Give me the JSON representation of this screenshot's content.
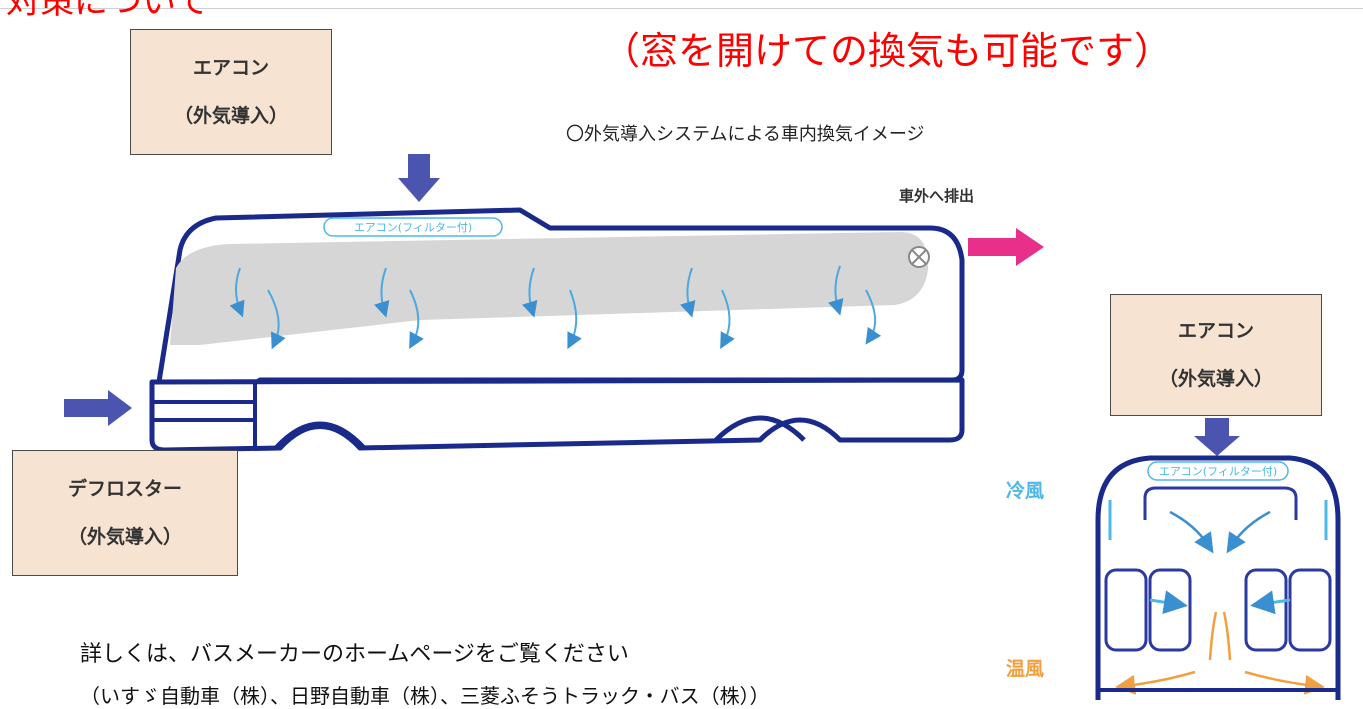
{
  "header": {
    "clipped_red_text": "対策について",
    "window_note": "（窓を開けての換気も可能です）"
  },
  "boxes": {
    "aircon_top": {
      "line1": "エアコン",
      "line2": "（外気導入）"
    },
    "defroster": {
      "line1": "デフロスター",
      "line2": "（外気導入）"
    },
    "aircon_right": {
      "line1": "エアコン",
      "line2": "（外気導入）"
    }
  },
  "diagram": {
    "caption": "〇外気導入システムによる車内換気イメージ",
    "exhaust_label": "車外へ排出",
    "filter_label_side": "エアコン(フィルター付)",
    "filter_label_front": "エアコン(フィルター付)",
    "cold_air_label": "冷風",
    "warm_air_label": "温風"
  },
  "footer": {
    "details_line": "詳しくは、バスメーカーのホームページをご覧ください",
    "makers_line": "（いすゞ自動車（株）、日野自動車（株）、三菱ふそうトラック・バス（株））"
  },
  "colors": {
    "accent_red": "#ff0000",
    "bus_outline": "#1a2a8a",
    "arrow_blue": "#4b55b0",
    "exhaust_pink": "#e8308a",
    "box_fill": "#f7e3d2",
    "cold_air": "#4db8e8",
    "warm_air": "#f0a040"
  }
}
